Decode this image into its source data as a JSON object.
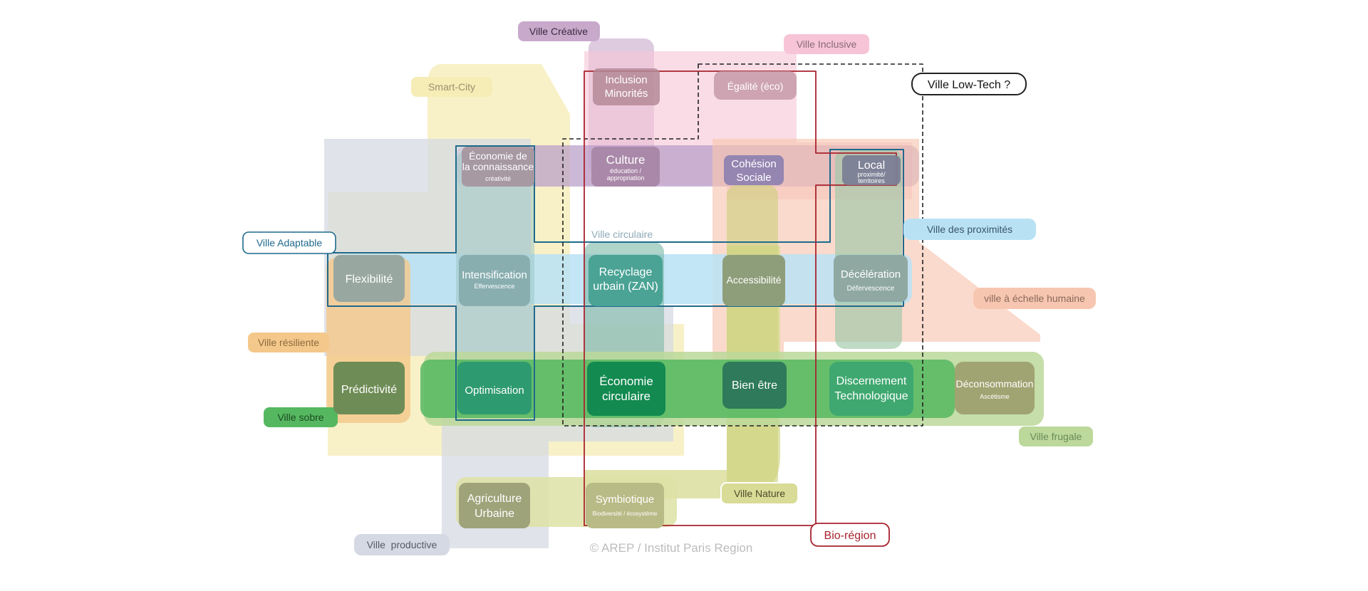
{
  "zones": {
    "ville_creative": "Ville Créative",
    "ville_inclusive": "Ville Inclusive",
    "smart_city": "Smart-City",
    "ville_low_tech": "Ville Low-Tech ?",
    "ville_adaptable": "Ville Adaptable",
    "ville_circulaire": "Ville circulaire",
    "ville_des_proximites": "Ville des proximités",
    "ville_echelle_humaine": "ville à échelle humaine",
    "ville_resiliente": "Ville résiliente",
    "ville_sobre": "Ville sobre",
    "ville_frugale": "Ville frugale",
    "ville_nature": "Ville Nature",
    "bio_region": "Bio-région",
    "ville_productive": "Ville  productive"
  },
  "nodes": {
    "inclusion": {
      "line1": "Inclusion",
      "line2": "Minorités"
    },
    "egalite": {
      "line1": "Égalité (éco)"
    },
    "economie_connaissance": {
      "line1": "Économie de",
      "line2": "la connaissance",
      "sub": "créativité"
    },
    "culture": {
      "line1": "Culture",
      "sub1": "éducation /",
      "sub2": "appropriation"
    },
    "cohesion": {
      "line1": "Cohésion",
      "line2": "Sociale"
    },
    "local": {
      "line1": "Local",
      "sub1": "proximité/",
      "sub2": "territoires"
    },
    "flexibilite": {
      "line1": "Flexibilité"
    },
    "intensification": {
      "line1": "Intensification",
      "sub": "Effervescence"
    },
    "recyclage": {
      "line1": "Recyclage",
      "line2": "urbain (ZAN)"
    },
    "accessibilite": {
      "line1": "Accessibilité"
    },
    "deceleration": {
      "line1": "Décélération",
      "sub": "Défervescence"
    },
    "predictivite": {
      "line1": "Prédictivité"
    },
    "optimisation": {
      "line1": "Optimisation"
    },
    "economie_circulaire": {
      "line1": "Économie",
      "line2": "circulaire"
    },
    "bien_etre": {
      "line1": "Bien être"
    },
    "discernement": {
      "line1": "Discernement",
      "line2": "Technologique"
    },
    "deconsommation": {
      "line1": "Déconsommation",
      "sub": "Ascétisme"
    },
    "agriculture": {
      "line1": "Agriculture",
      "line2": "Urbaine"
    },
    "symbiotique": {
      "line1": "Symbiotique",
      "sub": "Biodiversité / écosystème"
    }
  },
  "credit": "© AREP / Institut Paris Region",
  "colors": {
    "smart_city": "#f6ecb6",
    "creative": "#c8a9cc",
    "inclusive": "#f6c4d6",
    "adaptable_blue": "#1f6a8c",
    "proximites": "#b8e2f4",
    "echelle_humaine": "#f7c6b0",
    "resiliente": "#f4c88a",
    "sobre": "#55b860",
    "frugale": "#bcd89a",
    "nature": "#d8dc96",
    "bio_region": "#a8232e",
    "productive": "#d5d9e3",
    "low_tech": "#222222"
  }
}
